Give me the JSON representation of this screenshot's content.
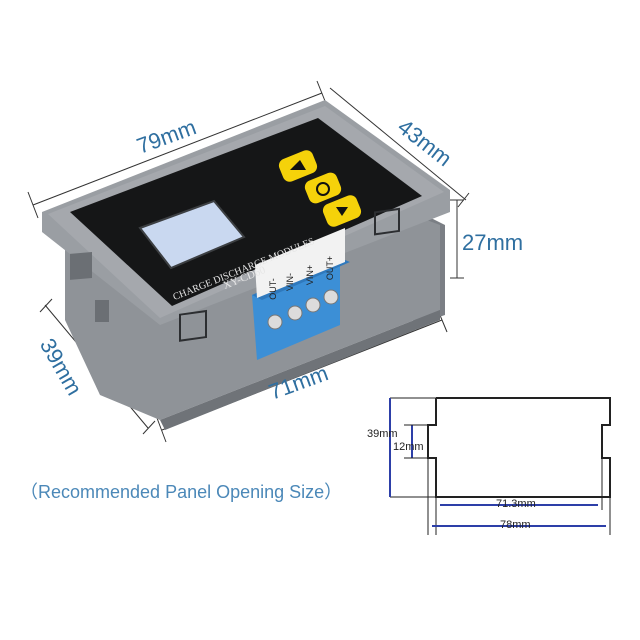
{
  "dimensions": {
    "top_width": "79mm",
    "top_depth": "43mm",
    "height": "27mm",
    "side_height": "39mm",
    "bottom_width": "71mm"
  },
  "module": {
    "label_line1": "CHARGE DISCHARGE MODULES",
    "label_line2": "XY-CD60",
    "terminals": [
      "OUT-",
      "VIN-",
      "VIN+",
      "OUT+"
    ]
  },
  "caption": "（Recommended Panel Opening Size）",
  "cutout": {
    "height_label": "39mm",
    "notch_label": "12mm",
    "inner_width_label": "71.3mm",
    "outer_width_label": "78mm"
  },
  "colors": {
    "dimension_text": "#2f6fa0",
    "housing": "#8a8d92",
    "button_yellow": "#f5d20a",
    "terminal_blue": "#3c8fd6"
  }
}
